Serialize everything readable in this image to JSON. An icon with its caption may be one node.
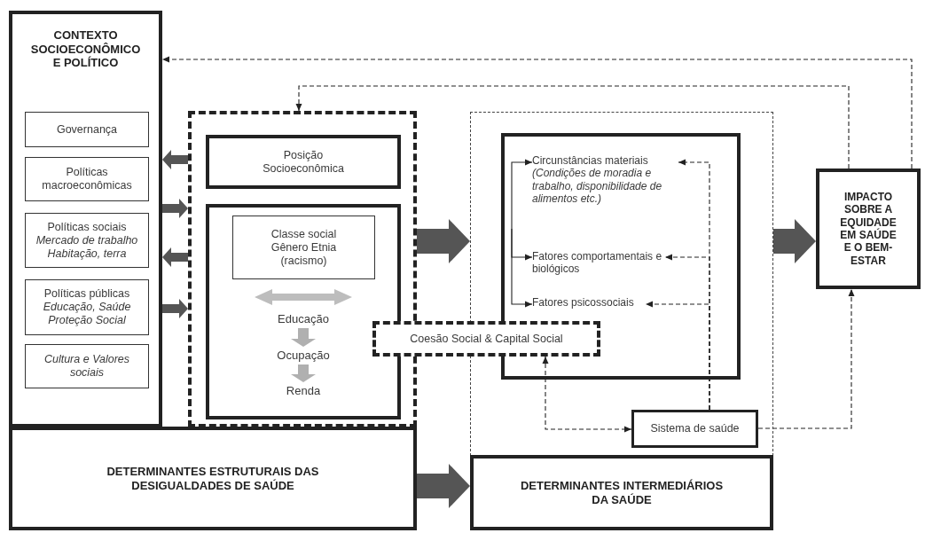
{
  "diagram": {
    "nodes": [
      {
        "text": [
          "CONTEXTO SOCIOECONÔMICO E POLÍTICO"
        ]
      },
      {
        "text": [
          "Governança"
        ],
        "in": 0
      },
      {
        "text": [
          "Políticas macroeconômicas"
        ],
        "in": 0
      },
      {
        "text": [
          "Políticas sociais",
          "Mercado de trabalho Habitação, terra"
        ],
        "in": 0
      },
      {
        "text": [
          "Políticas públicas",
          "Educação, Saúde Proteção Social"
        ],
        "in": 0
      },
      {
        "text": [
          "Cultura e Valores sociais"
        ],
        "in": 0
      },
      {
        "text": [],
        "shape": "box"
      },
      {
        "text": [
          "Posição Socioeconômica"
        ],
        "in": 6
      },
      {
        "text": [],
        "shape": "box",
        "in": 6
      },
      {
        "text": [
          "Classe social Gênero Etnia (racismo)"
        ],
        "in": 8
      },
      {
        "text": [
          "Educação"
        ],
        "in": 8
      },
      {
        "text": [
          "Ocupação"
        ],
        "in": 8
      },
      {
        "text": [
          "Renda"
        ],
        "in": 8
      },
      {
        "text": [],
        "shape": "box"
      },
      {
        "text": [],
        "shape": "box",
        "in": 13
      },
      {
        "text": [
          "Circunstâncias materiais",
          "(Condições de moradia e trabalho, disponibilidade de alimentos etc.)"
        ],
        "in": 14
      },
      {
        "text": [
          "Fatores comportamentais e biológicos"
        ],
        "in": 14
      },
      {
        "text": [
          "Fatores psicossociais"
        ],
        "in": 14
      },
      {
        "text": [
          "Coesão Social & Capital Social"
        ]
      },
      {
        "text": [
          "Sistema de saúde"
        ],
        "in": 13
      },
      {
        "text": [
          "IMPACTO SOBRE A EQUIDADE EM SAÚDE E O BEM-ESTAR"
        ]
      },
      {
        "text": [
          "DETERMINANTES ESTRUTURAIS DAS DESIGUALDADES DE SAÚDE"
        ]
      },
      {
        "text": [
          "DETERMINANTES INTERMEDIÁRIOS DA SAÚDE"
        ]
      }
    ],
    "edges": [
      {
        "from": 6,
        "to": 0,
        "arrow": "to",
        "style": "thick",
        "color": "#555555"
      },
      {
        "from": 0,
        "to": 6,
        "arrow": "to",
        "style": "thick",
        "color": "#555555"
      },
      {
        "from": 6,
        "to": 0,
        "arrow": "to",
        "style": "thick",
        "color": "#555555"
      },
      {
        "from": 0,
        "to": 6,
        "arrow": "to",
        "style": "thick",
        "color": "#555555"
      },
      {
        "from": 6,
        "to": 13,
        "arrow": "to",
        "style": "thick",
        "color": "#555555"
      },
      {
        "from": 13,
        "to": 20,
        "arrow": "to",
        "style": "thick",
        "color": "#555555"
      },
      {
        "from": 21,
        "to": 22,
        "arrow": "to",
        "style": "thick",
        "color": "#555555"
      },
      {
        "from": 10,
        "to": 11,
        "arrow": "to",
        "style": "thick",
        "color": "#b0b0b0"
      },
      {
        "from": 11,
        "to": 12,
        "arrow": "to",
        "style": "thick",
        "color": "#b0b0b0"
      },
      {
        "from": null,
        "to": 15,
        "arrow": "to"
      },
      {
        "from": null,
        "to": 16,
        "arrow": "to"
      },
      {
        "from": null,
        "to": 17,
        "arrow": "to"
      },
      {
        "from": 19,
        "to": 15,
        "arrow": "to",
        "style": "dashed"
      },
      {
        "from": 19,
        "to": 16,
        "arrow": "to",
        "style": "dashed"
      },
      {
        "from": 19,
        "to": 17,
        "arrow": "to",
        "style": "dashed"
      },
      {
        "from": 18,
        "to": 19,
        "arrow": "both",
        "style": "dashed"
      },
      {
        "from": 19,
        "to": 20,
        "arrow": "to",
        "style": "dashed"
      },
      {
        "from": 20,
        "to": 0,
        "arrow": "to",
        "style": "dashed"
      },
      {
        "from": 20,
        "to": 6,
        "arrow": "to",
        "style": "dashed"
      }
    ]
  }
}
